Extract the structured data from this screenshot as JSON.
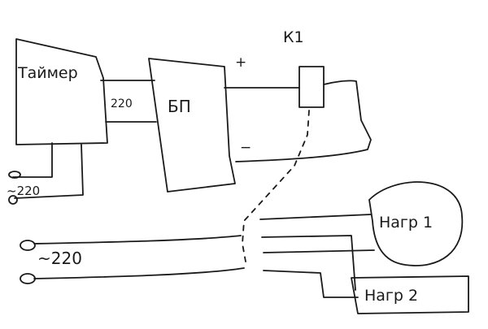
{
  "timer": {
    "label": "Таймер"
  },
  "power_supply": {
    "label": "БП"
  },
  "link_voltage": {
    "label": "220"
  },
  "relay": {
    "label": "К1"
  },
  "polarity": {
    "plus": "+",
    "minus": "−"
  },
  "timer_supply": {
    "label": "~220"
  },
  "mains": {
    "label": "~220"
  },
  "load1": {
    "label": "Нагр 1"
  },
  "load2": {
    "label": "Нагр 2"
  },
  "colors": {
    "ink": "#1a1a1a",
    "background": "#ffffff"
  }
}
